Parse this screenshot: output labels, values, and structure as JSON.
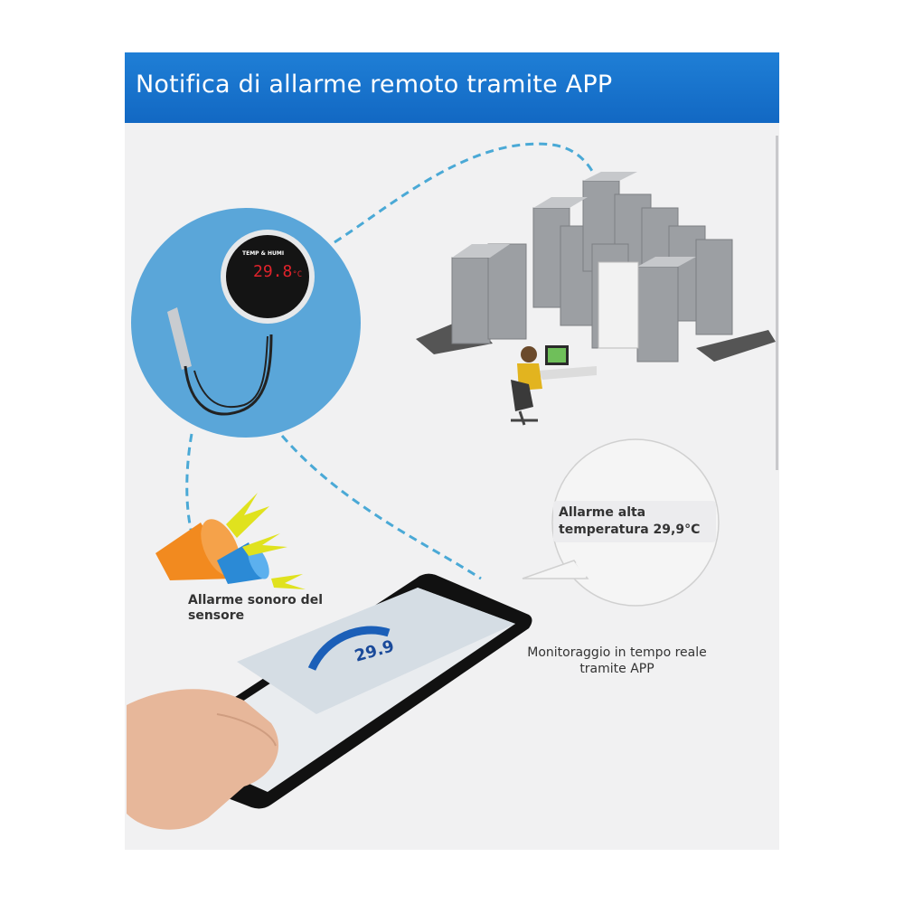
{
  "banner": {
    "title": "Notifica di allarme remoto tramite APP"
  },
  "device": {
    "brand": "TEMP & HUMI",
    "reading": "29.8",
    "unit": "°C"
  },
  "bubble": {
    "message": "Allarme alta temperatura 29,9°C"
  },
  "sensor_alarm": {
    "label": "Allarme sonoro del sensore"
  },
  "monitoring": {
    "label": "Monitoraggio in tempo reale tramite APP"
  },
  "phone": {
    "reading": "29.9"
  },
  "colors": {
    "banner": "#1a74cf",
    "circle": "#5aa6d9",
    "dashed_line": "#4aa9d6",
    "reading": "#e0232b"
  }
}
